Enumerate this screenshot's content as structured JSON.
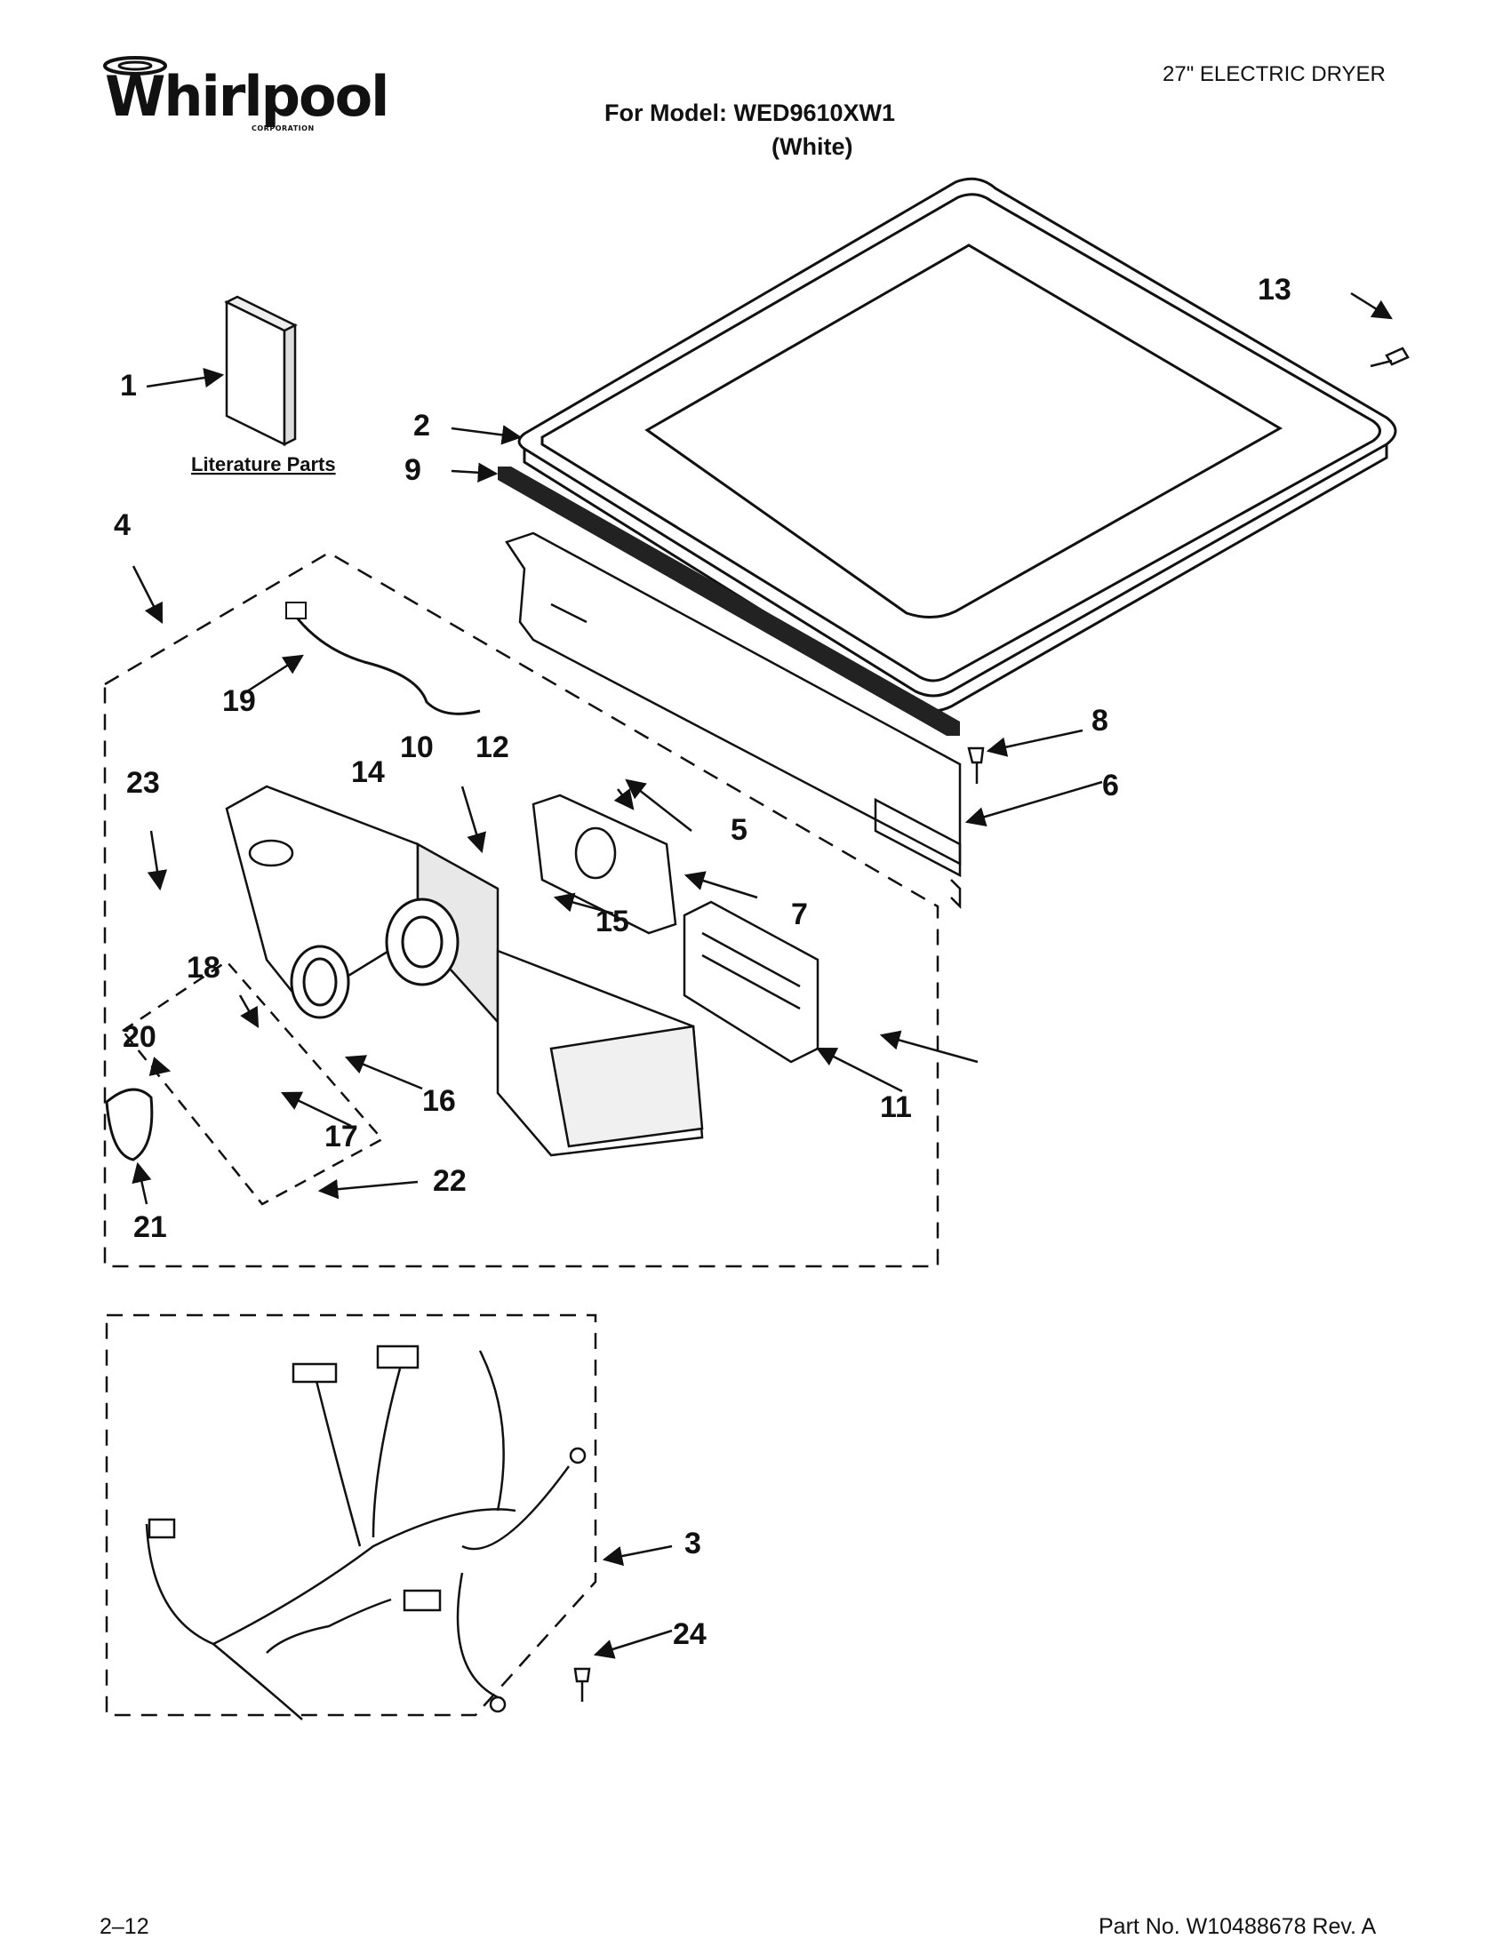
{
  "header": {
    "brand": "Whirlpool",
    "brand_sub": "CORPORATION",
    "doc_type": "27\" ELECTRIC DRYER",
    "model_line": "For Model: WED9610XW1",
    "model_color": "(White)"
  },
  "diagram": {
    "literature_label": "Literature Parts",
    "callouts": [
      "1",
      "2",
      "3",
      "4",
      "5",
      "6",
      "7",
      "8",
      "9",
      "10",
      "11",
      "12",
      "13",
      "14",
      "15",
      "16",
      "17",
      "18",
      "19",
      "20",
      "21",
      "22",
      "23",
      "24"
    ]
  },
  "footer": {
    "page_number": "2–12",
    "part_number": "Part No. W10488678 Rev. A"
  }
}
